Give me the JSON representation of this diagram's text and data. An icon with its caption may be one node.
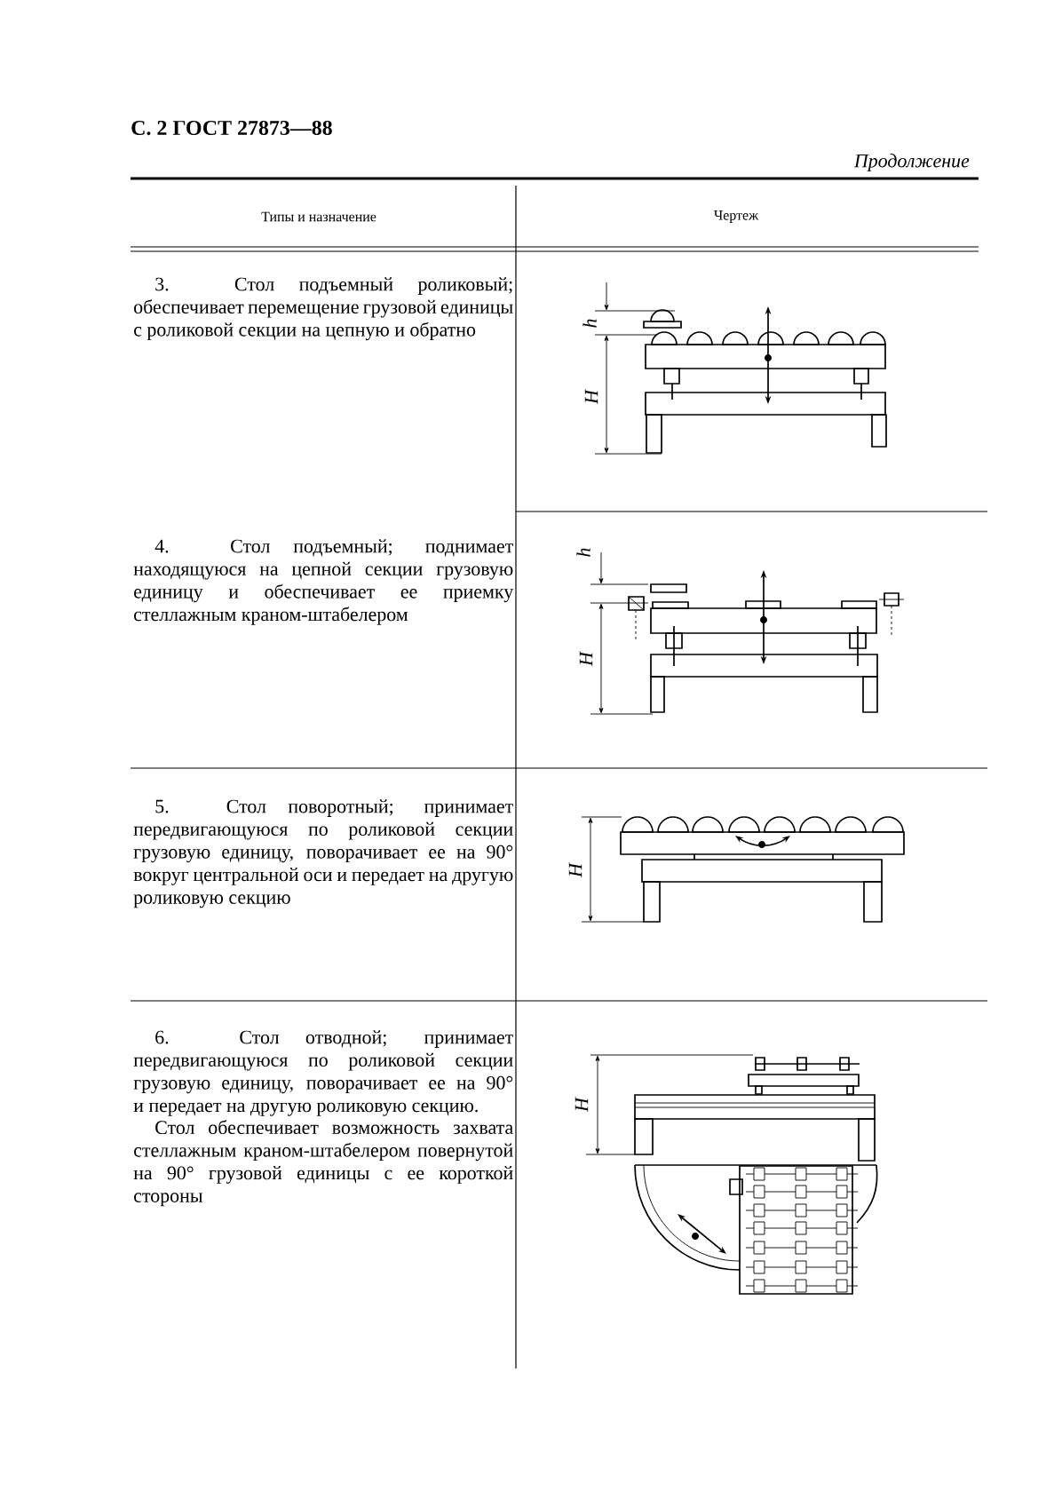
{
  "diagram": {
    "title": "С. 2 ГОСТ 27873—88",
    "labels": [
      "Продолжение",
      "Типы и назначение",
      "Чертеж",
      "3. Стол подъемный роликовый; обеспечивает перемещение грузовой единицы с роликовой секции на цепную и обратно",
      "h",
      "H",
      "4. Стол подъемный; поднимает находящуюся на цепной секции грузовую единицу и обеспечивает ее приемку стеллажным краном-штабелером",
      "h",
      "H",
      "5. Стол поворотный; принимает передвигающуюся по роликовой секции грузовую единицу, поворачивает ее на 90° вокруг центральной оси и передает на другую роликовую секцию",
      "H",
      "6. Стол отводной; принимает передвигающуюся по роликовой секции грузовую единицу, поворачивает ее на 90° и передает на другую роликовую секцию.",
      "Стол обеспечивает возможность захвата стеллажным краном-штабелером повернутой на 90° грузовой единицы с ее короткой стороны",
      "H"
    ]
  }
}
